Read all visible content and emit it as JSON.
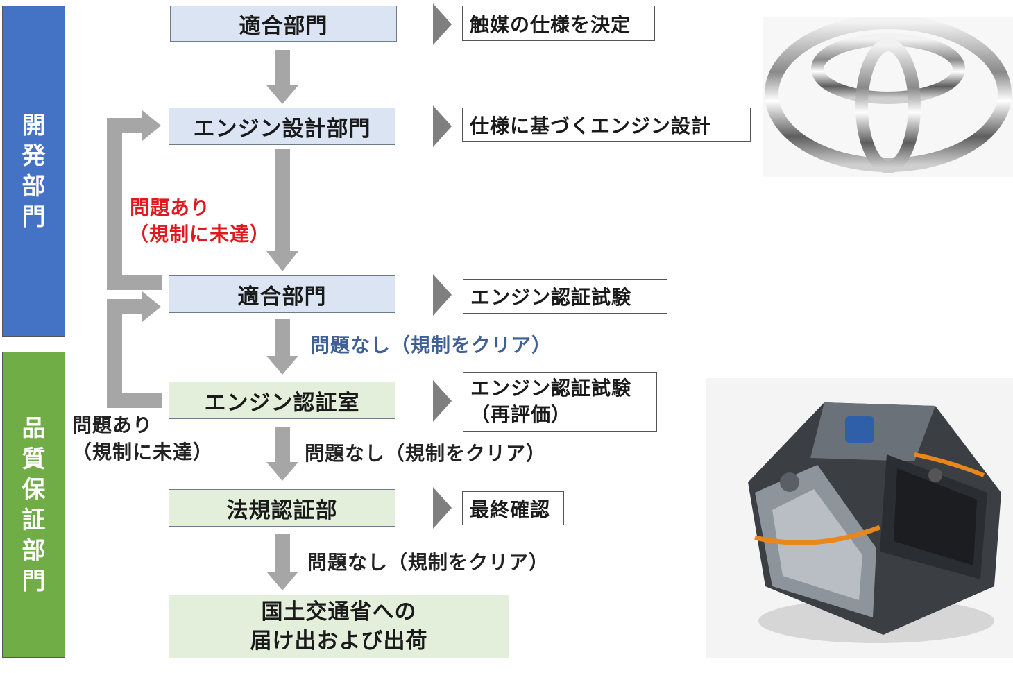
{
  "sidebar": {
    "dev_dept": [
      "開",
      "発",
      "部",
      "門"
    ],
    "qa_dept": [
      "品",
      "質",
      "保",
      "証",
      "部",
      "門"
    ]
  },
  "flow": {
    "step1": "適合部門",
    "step2": "エンジン設計部門",
    "step3": "適合部門",
    "step4": "エンジン認証室",
    "step5": "法規認証部",
    "step6_line1": "国土交通省への",
    "step6_line2": "届け出および出荷"
  },
  "notes": {
    "note1": "触媒の仕様を決定",
    "note2": "仕様に基づくエンジン設計",
    "note3": "エンジン認証試験",
    "note4_line1": "エンジン認証試験",
    "note4_line2": "（再評価）",
    "note5": "最終確認"
  },
  "labels": {
    "problem_red_line1": "問題あり",
    "problem_red_line2": "（規制に未達）",
    "ok_blue": "問題なし（規制をクリア）",
    "problem_black_line1": "問題あり",
    "problem_black_line2": "（規制に未達）",
    "ok_black_1": "問題なし（規制をクリア）",
    "ok_black_2": "問題なし（規制をクリア）"
  },
  "colors": {
    "dev_dept": "#4472c4",
    "qa_dept": "#70ad47",
    "box_blue": "#dbe4f3",
    "box_green": "#e3efda",
    "arrow_gray": "#a6a6a6",
    "pointer_dark": "#7f7f7f",
    "problem_red": "#e0191e",
    "ok_blue": "#3f5f97"
  },
  "images": {
    "logo": "toyota-logo-icon",
    "engine": "hybrid-engine-photo"
  }
}
